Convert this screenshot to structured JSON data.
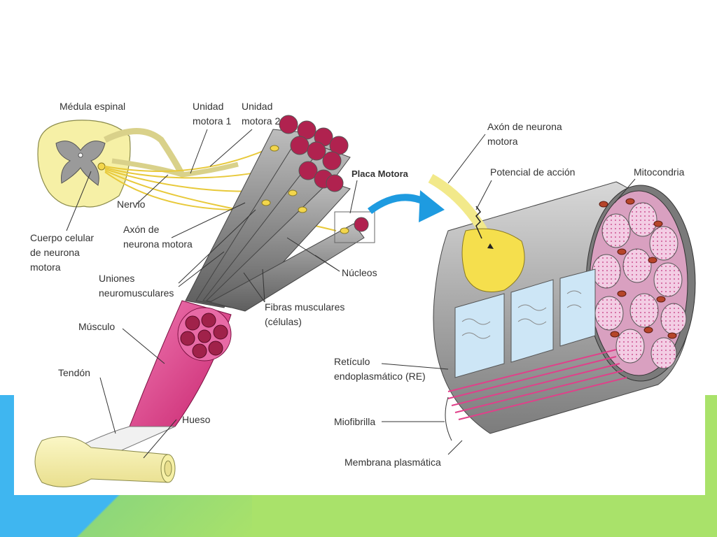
{
  "labels": {
    "medula": "Médula espinal",
    "unidad1_a": "Unidad",
    "unidad1_b": "motora 1",
    "unidad2_a": "Unidad",
    "unidad2_b": "motora 2",
    "nervio": "Nervio",
    "cuerpo_a": "Cuerpo celular",
    "cuerpo_b": "de neurona",
    "cuerpo_c": "motora",
    "axon_left_a": "Axón de",
    "axon_left_b": "neurona motora",
    "uniones_a": "Uniones",
    "uniones_b": "neuromusculares",
    "musculo": "Músculo",
    "tendon": "Tendón",
    "hueso": "Hueso",
    "placa": "Placa Motora",
    "nucleos": "Núcleos",
    "fibras_a": "Fibras musculares",
    "fibras_b": "(células)",
    "axon_right_a": "Axón de neurona",
    "axon_right_b": "motora",
    "potencial": "Potencial de acción",
    "mitocondria": "Mitocondria",
    "reticulo_a": "Retículo",
    "reticulo_b": "endoplasmático (RE)",
    "miofibrilla": "Miofibrilla",
    "membrana": "Membrana plasmática"
  },
  "colors": {
    "accent_blue": "#3fb6f0",
    "accent_green": "#a9e26a",
    "muscle_pink": "#e0408a",
    "nerve_yellow": "#f2e98a",
    "fiber_gray": "#8c8c8c",
    "arrow_blue": "#1e9be0"
  }
}
